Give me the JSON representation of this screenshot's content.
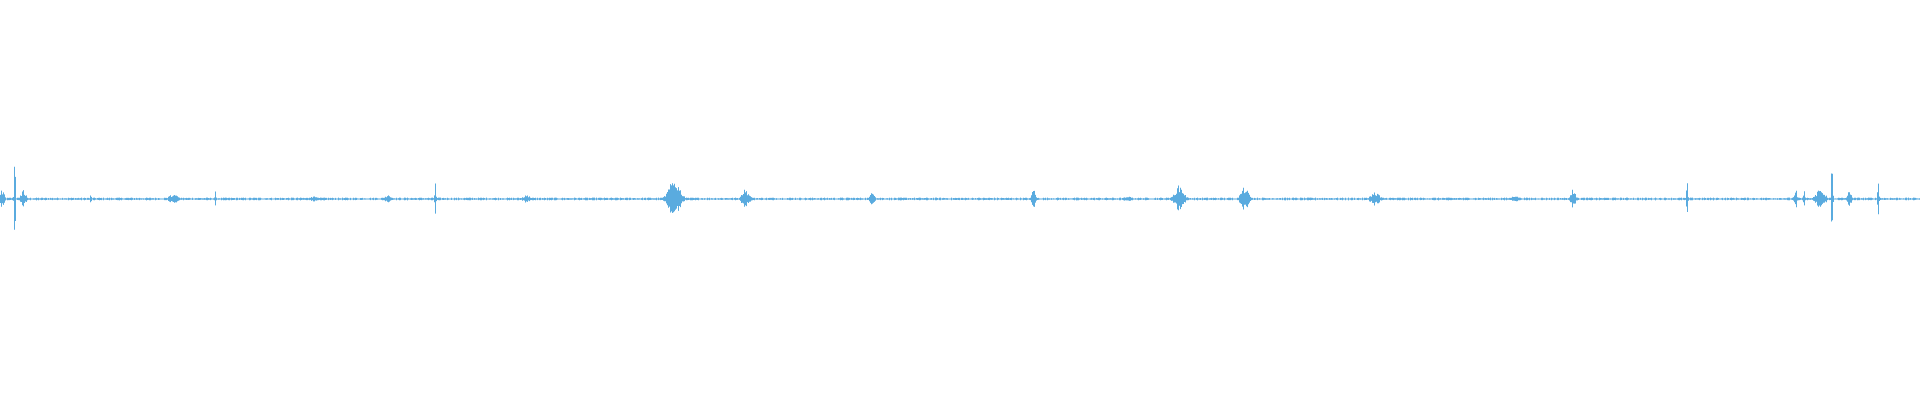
{
  "waveform": {
    "color": "#5aabdf",
    "background": "#ffffff",
    "duration_fraction_range": [
      0,
      1
    ],
    "baseline_level": 0.0,
    "noise_amplitude": 0.006,
    "bursts": [
      {
        "at": 0.001,
        "width": 0.003,
        "amplitude": 0.05
      },
      {
        "at": 0.0075,
        "width": 0.0006,
        "amplitude": 0.22
      },
      {
        "at": 0.012,
        "width": 0.004,
        "amplitude": 0.045
      },
      {
        "at": 0.047,
        "width": 0.0006,
        "amplitude": 0.03
      },
      {
        "at": 0.09,
        "width": 0.007,
        "amplitude": 0.025
      },
      {
        "at": 0.112,
        "width": 0.0006,
        "amplitude": 0.045
      },
      {
        "at": 0.163,
        "width": 0.006,
        "amplitude": 0.015
      },
      {
        "at": 0.202,
        "width": 0.006,
        "amplitude": 0.02
      },
      {
        "at": 0.2265,
        "width": 0.0006,
        "amplitude": 0.1
      },
      {
        "at": 0.274,
        "width": 0.006,
        "amplitude": 0.02
      },
      {
        "at": 0.351,
        "width": 0.009,
        "amplitude": 0.1
      },
      {
        "at": 0.388,
        "width": 0.006,
        "amplitude": 0.05
      },
      {
        "at": 0.454,
        "width": 0.004,
        "amplitude": 0.03
      },
      {
        "at": 0.538,
        "width": 0.003,
        "amplitude": 0.05
      },
      {
        "at": 0.587,
        "width": 0.006,
        "amplitude": 0.015
      },
      {
        "at": 0.614,
        "width": 0.007,
        "amplitude": 0.07
      },
      {
        "at": 0.648,
        "width": 0.006,
        "amplitude": 0.06
      },
      {
        "at": 0.716,
        "width": 0.007,
        "amplitude": 0.035
      },
      {
        "at": 0.789,
        "width": 0.007,
        "amplitude": 0.015
      },
      {
        "at": 0.819,
        "width": 0.004,
        "amplitude": 0.05
      },
      {
        "at": 0.8785,
        "width": 0.0006,
        "amplitude": 0.1
      },
      {
        "at": 0.935,
        "width": 0.002,
        "amplitude": 0.06
      },
      {
        "at": 0.9395,
        "width": 0.0006,
        "amplitude": 0.08
      },
      {
        "at": 0.948,
        "width": 0.007,
        "amplitude": 0.05
      },
      {
        "at": 0.954,
        "width": 0.0006,
        "amplitude": 0.28
      },
      {
        "at": 0.963,
        "width": 0.003,
        "amplitude": 0.04
      },
      {
        "at": 0.978,
        "width": 0.0006,
        "amplitude": 0.13
      }
    ]
  }
}
